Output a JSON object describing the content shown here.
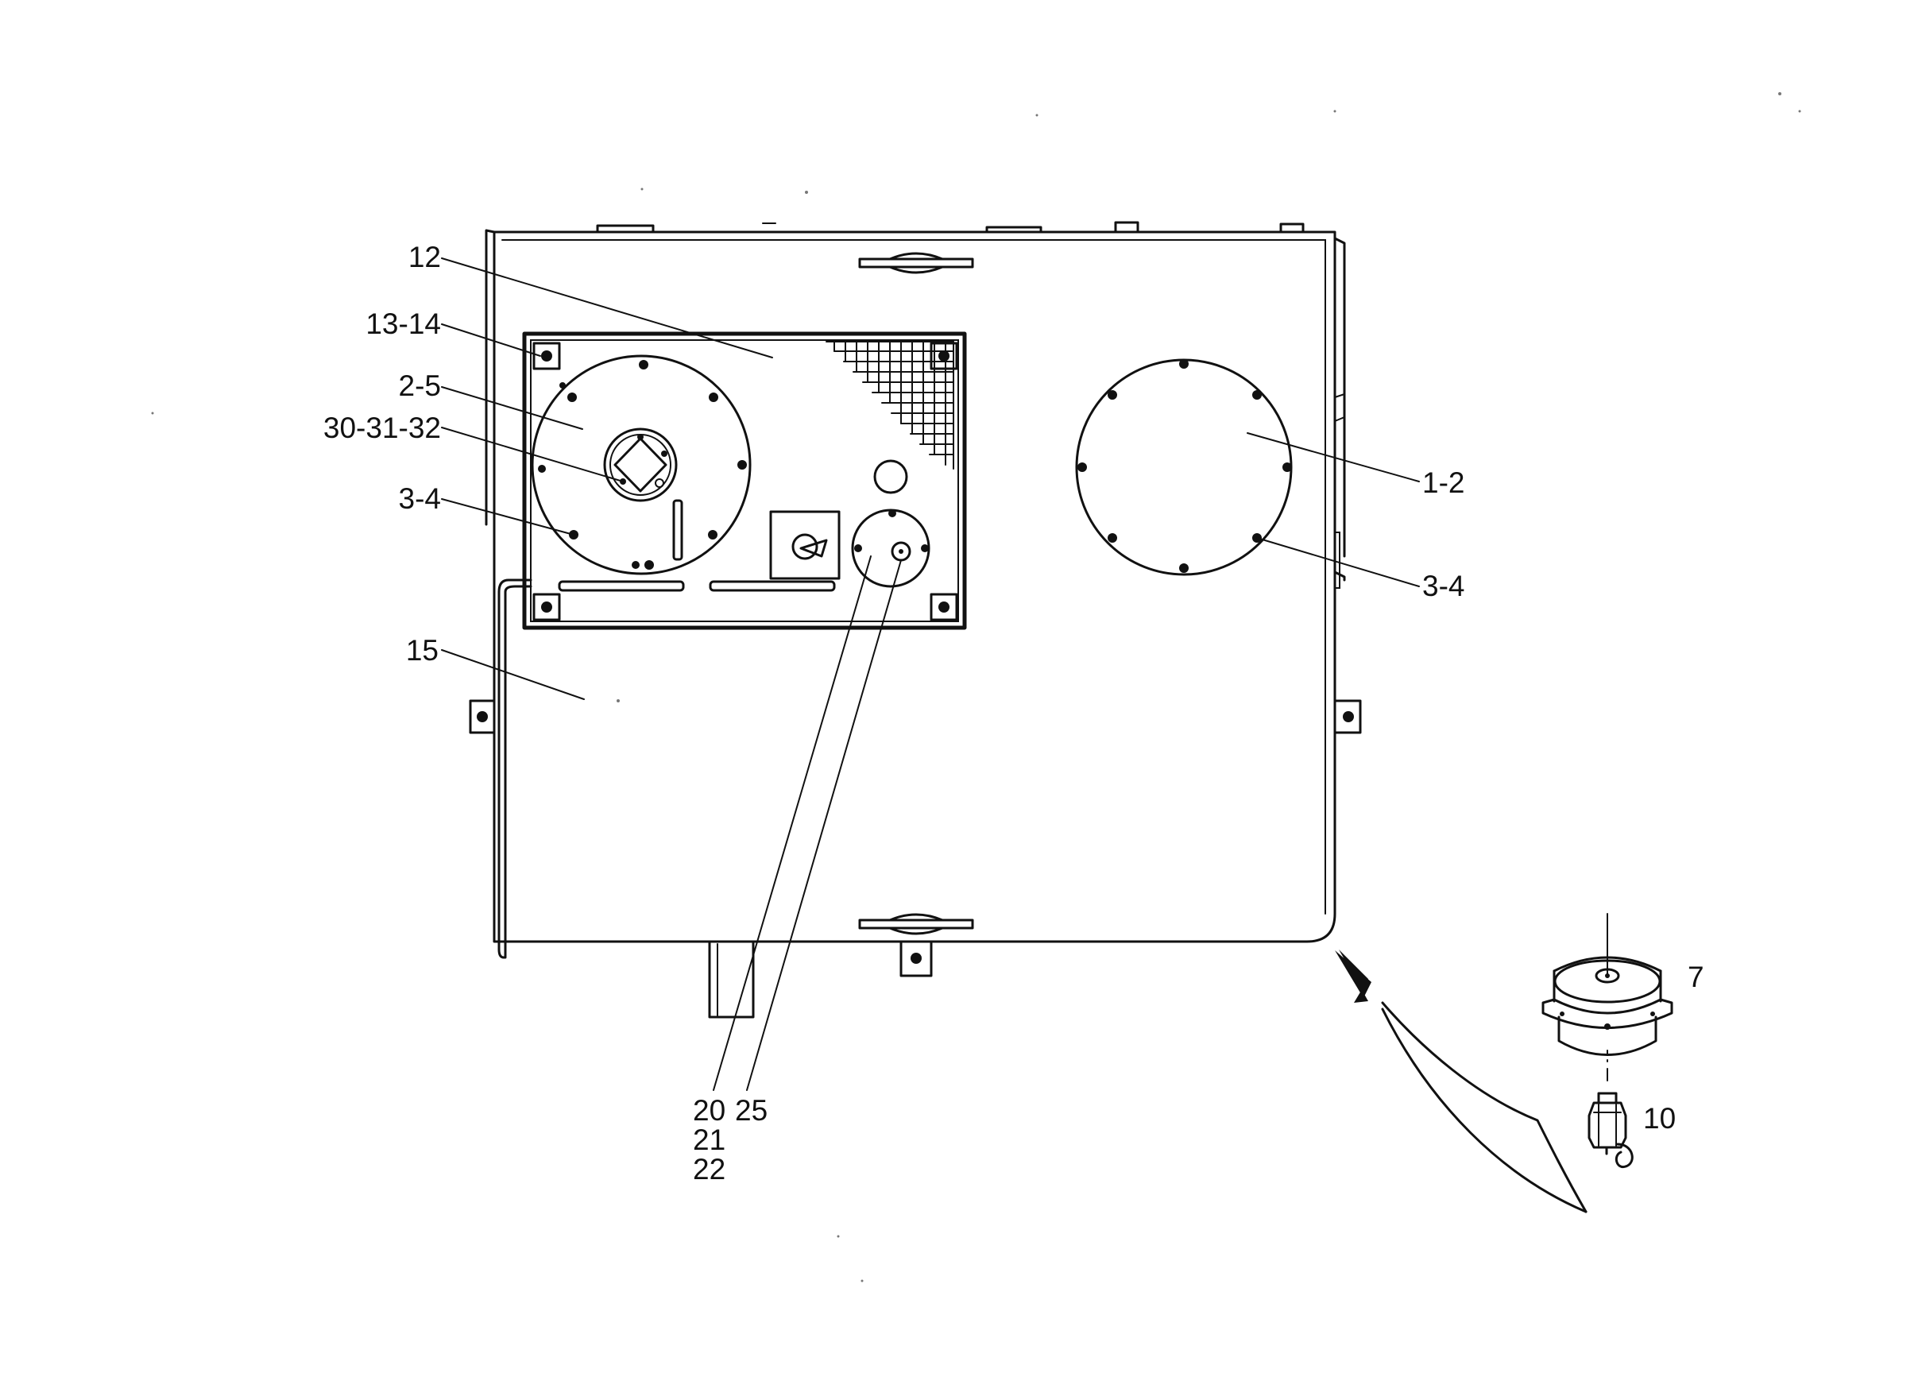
{
  "diagram": {
    "callouts": [
      {
        "id": "c12",
        "text": "12"
      },
      {
        "id": "c13_14",
        "text": "13-14"
      },
      {
        "id": "c2_5",
        "text": "2-5"
      },
      {
        "id": "c30_31_32",
        "text": "30-31-32"
      },
      {
        "id": "c3_4_left",
        "text": "3-4"
      },
      {
        "id": "c15",
        "text": "15"
      },
      {
        "id": "c1_2",
        "text": "1-2"
      },
      {
        "id": "c3_4_right",
        "text": "3-4"
      },
      {
        "id": "c20",
        "text": "20"
      },
      {
        "id": "c21",
        "text": "21"
      },
      {
        "id": "c22",
        "text": "22"
      },
      {
        "id": "c25",
        "text": "25"
      },
      {
        "id": "c7",
        "text": "7"
      },
      {
        "id": "c10",
        "text": "10"
      }
    ]
  }
}
